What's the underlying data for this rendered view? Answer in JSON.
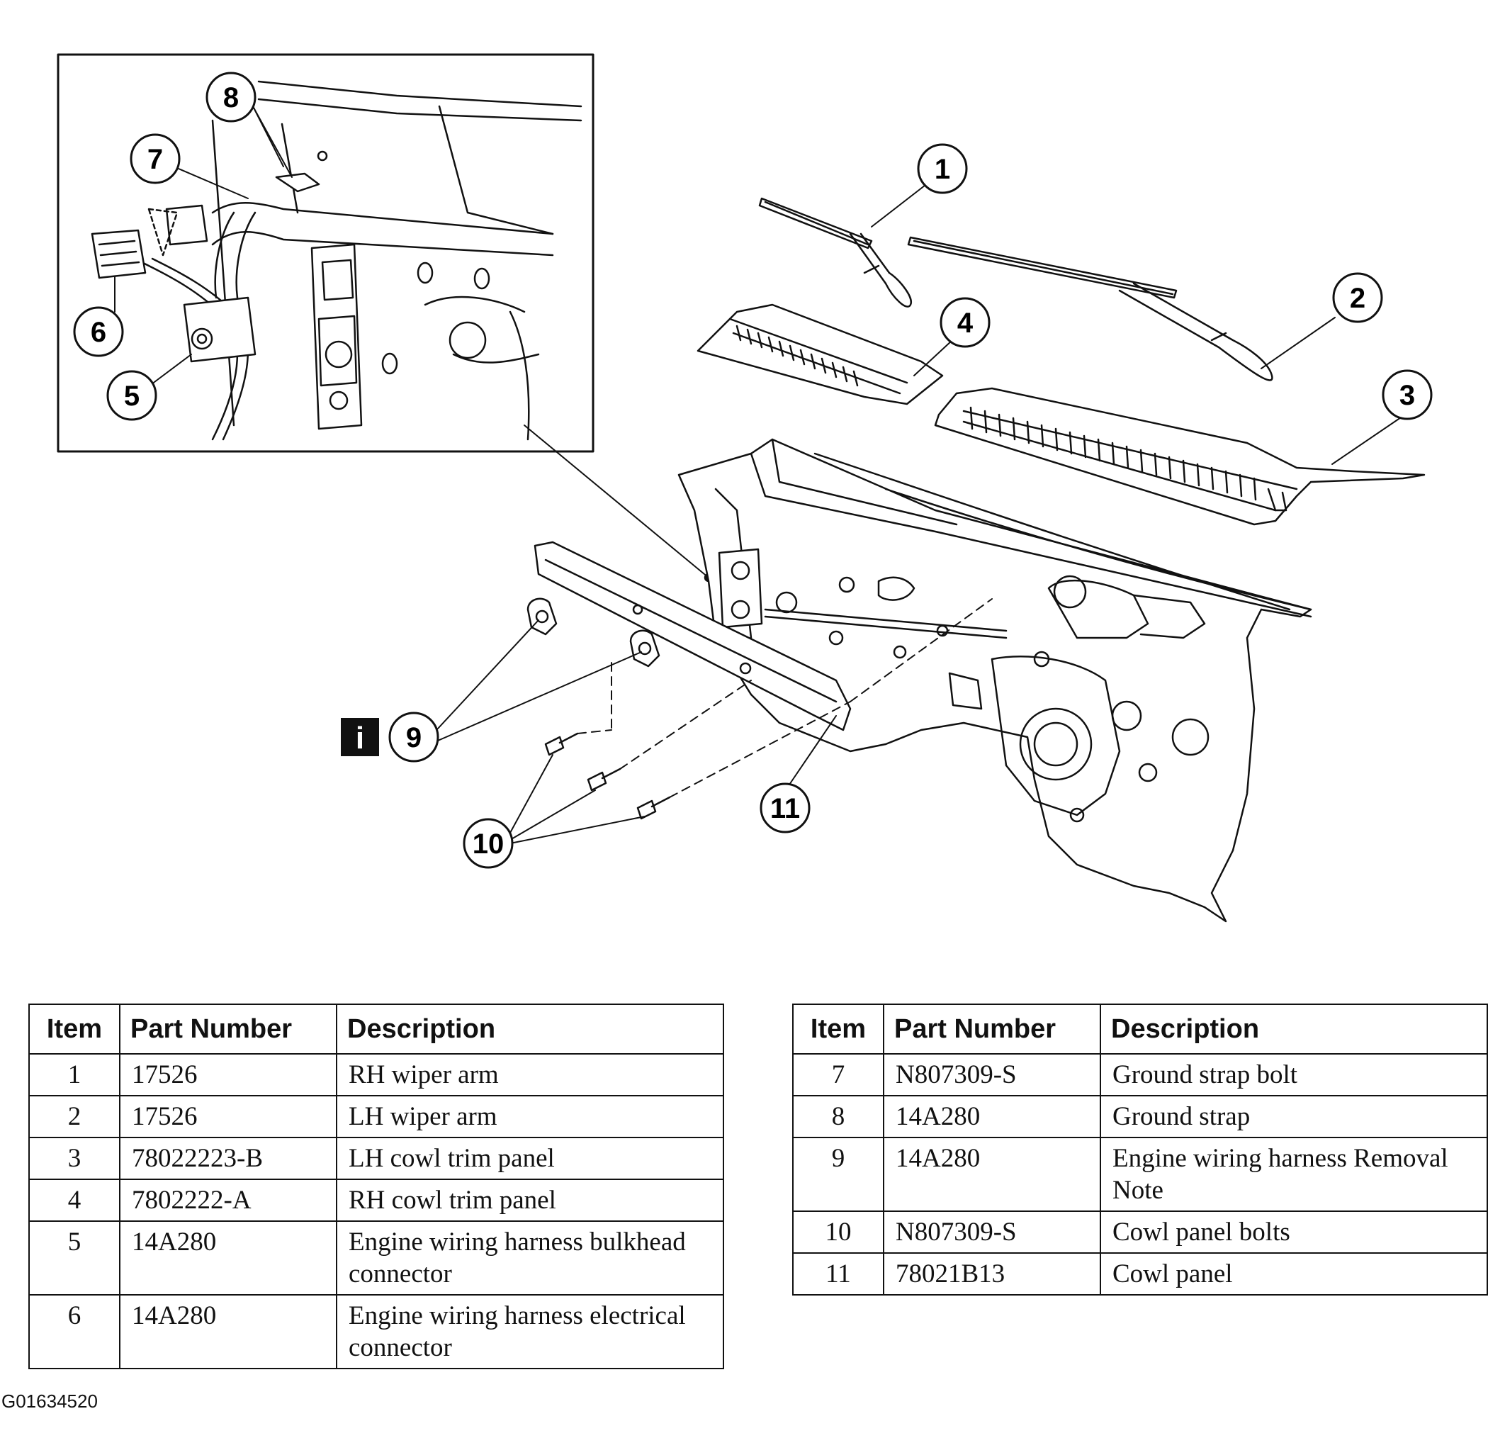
{
  "callouts": [
    {
      "id": "1",
      "label": "1"
    },
    {
      "id": "2",
      "label": "2"
    },
    {
      "id": "3",
      "label": "3"
    },
    {
      "id": "4",
      "label": "4"
    },
    {
      "id": "5",
      "label": "5"
    },
    {
      "id": "6",
      "label": "6"
    },
    {
      "id": "7",
      "label": "7"
    },
    {
      "id": "8",
      "label": "8"
    },
    {
      "id": "9",
      "label": "9"
    },
    {
      "id": "10",
      "label": "10"
    },
    {
      "id": "11",
      "label": "11"
    }
  ],
  "info_icon": "i",
  "table_headers": {
    "item": "Item",
    "part_number": "Part Number",
    "description": "Description"
  },
  "parts_left": [
    {
      "item": "1",
      "part_number": "17526",
      "description": "RH wiper arm"
    },
    {
      "item": "2",
      "part_number": "17526",
      "description": "LH wiper arm"
    },
    {
      "item": "3",
      "part_number": "78022223-B",
      "description": "LH cowl trim panel"
    },
    {
      "item": "4",
      "part_number": "7802222-A",
      "description": "RH cowl trim panel"
    },
    {
      "item": "5",
      "part_number": "14A280",
      "description": "Engine wiring harness bulkhead connector"
    },
    {
      "item": "6",
      "part_number": "14A280",
      "description": "Engine wiring harness electrical connector"
    }
  ],
  "parts_right": [
    {
      "item": "7",
      "part_number": "N807309-S",
      "description": "Ground strap bolt"
    },
    {
      "item": "8",
      "part_number": "14A280",
      "description": "Ground strap"
    },
    {
      "item": "9",
      "part_number": "14A280",
      "description": "Engine wiring harness Removal Note"
    },
    {
      "item": "10",
      "part_number": "N807309-S",
      "description": "Cowl panel bolts"
    },
    {
      "item": "11",
      "part_number": "78021B13",
      "description": "Cowl panel"
    }
  ],
  "figure_id": "G01634520"
}
